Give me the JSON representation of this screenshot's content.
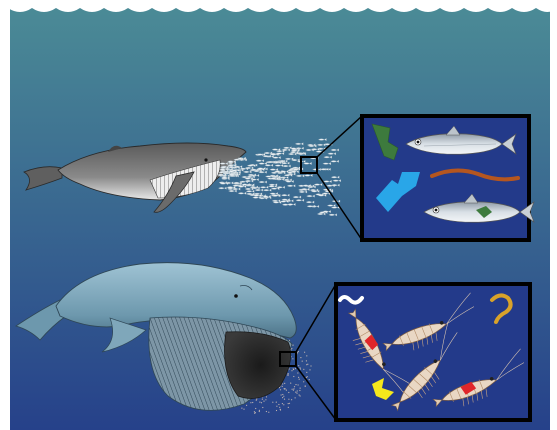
{
  "figure": {
    "icons": {
      "surface": "wave-icon",
      "upper_whale": "humpback-whale-icon",
      "fish_school": "fish-school-icon",
      "lower_whale": "blue-whale-icon",
      "krill_cloud": "krill-cloud-icon"
    },
    "colors": {
      "water_top": "#4b8b96",
      "water_bottom": "#26418a",
      "panel_fill": "#233a8a",
      "panel_border": "#000000",
      "plastic_green": "#3d7a3d",
      "plastic_blue": "#29a6e8",
      "plastic_brown": "#b5561f",
      "plastic_white": "#ffffff",
      "plastic_red": "#e0262a",
      "plastic_yellow": "#f5e81c",
      "plastic_orange": "#d8a22a"
    },
    "upper_panel": {
      "fish_count": 2,
      "plastic_pieces": [
        "green-fragment",
        "blue-fragment",
        "brown-fiber",
        "green-fragment-in-fish"
      ]
    },
    "lower_panel": {
      "krill_count": 4,
      "plastic_pieces": [
        "white-fiber",
        "orange-fiber",
        "yellow-fragment",
        "red-fragment-in-krill",
        "red-fragment-in-krill"
      ]
    }
  }
}
